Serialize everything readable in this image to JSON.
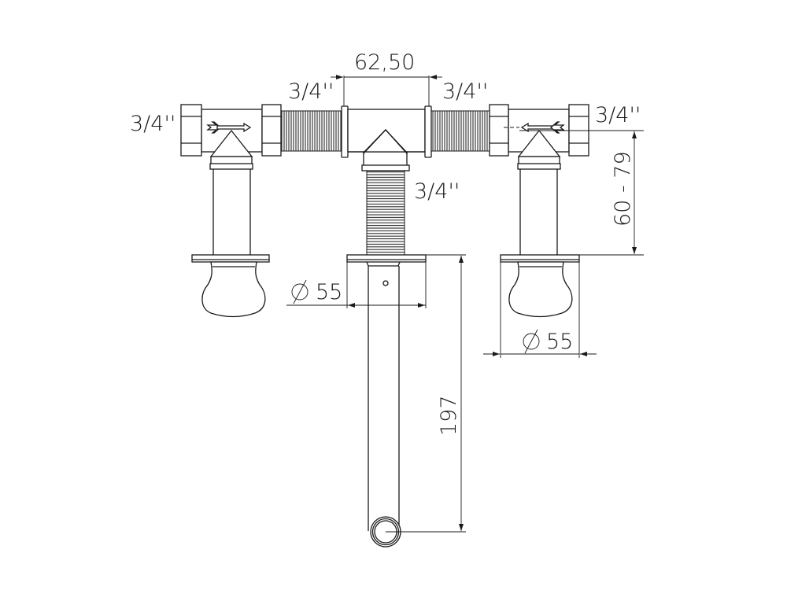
{
  "drawing": {
    "type": "technical dimension drawing",
    "subject": "wall-mounted three-hole basin mixer with concealed body",
    "line_color": "#1a1a1a",
    "background": "#ffffff"
  },
  "labels": {
    "center_spacing": "62,50",
    "thread_left_pipe": "3/4''",
    "thread_right_pipe": "3/4''",
    "thread_left_inlet": "3/4''",
    "thread_right_inlet": "3/4''",
    "thread_spout": "3/4''",
    "wall_depth": "60 - 79",
    "spout_length": "197",
    "left_flange_diameter_symbol": "⌀",
    "left_flange_diameter": "55",
    "right_flange_diameter_symbol": "⌀",
    "right_flange_diameter": "55"
  },
  "flow_arrows": [
    {
      "position": "left",
      "direction": "right"
    },
    {
      "position": "right",
      "direction": "left"
    }
  ]
}
